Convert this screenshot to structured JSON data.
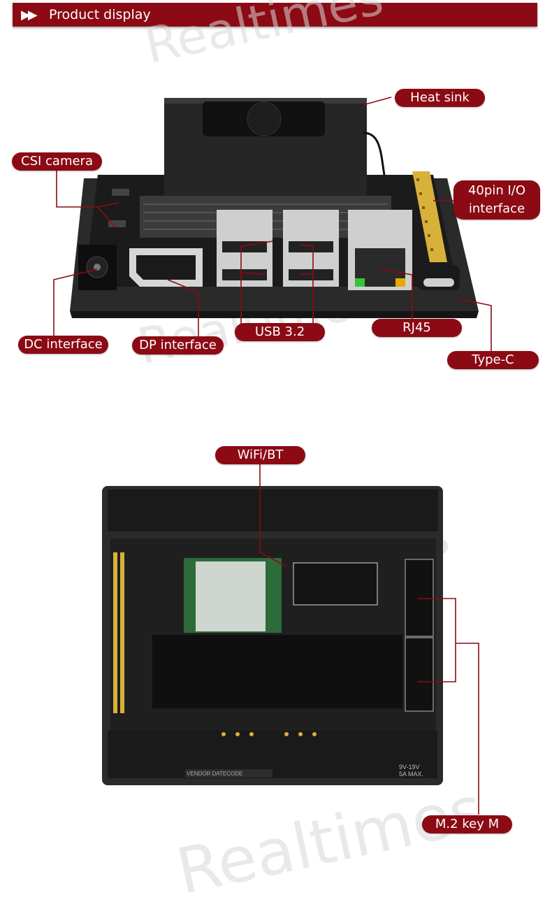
{
  "header": {
    "arrows": "▶▶",
    "title": "Product display"
  },
  "watermark": "Realtimes",
  "labels": {
    "heat_sink": "Heat sink",
    "csi_camera": "CSI camera",
    "io_line1": "40pin I/O",
    "io_line2": "interface",
    "dc_interface": "DC interface",
    "dp_interface": "DP interface",
    "usb": "USB 3.2",
    "rj45": "RJ45",
    "type_c": "Type-C",
    "wifi_bt": "WiFi/BT",
    "m2_key_m": "M.2 key M"
  },
  "board_text": {
    "vendor_datecode": "VENDOR  DATECODE",
    "power_rating_1": "9V-19V",
    "power_rating_2": "5A  MAX."
  },
  "colors": {
    "accent": "#8b0a14",
    "board": "#1c1c1c",
    "frame": "#3a3a3a",
    "header_pins": "#d8b13a"
  }
}
